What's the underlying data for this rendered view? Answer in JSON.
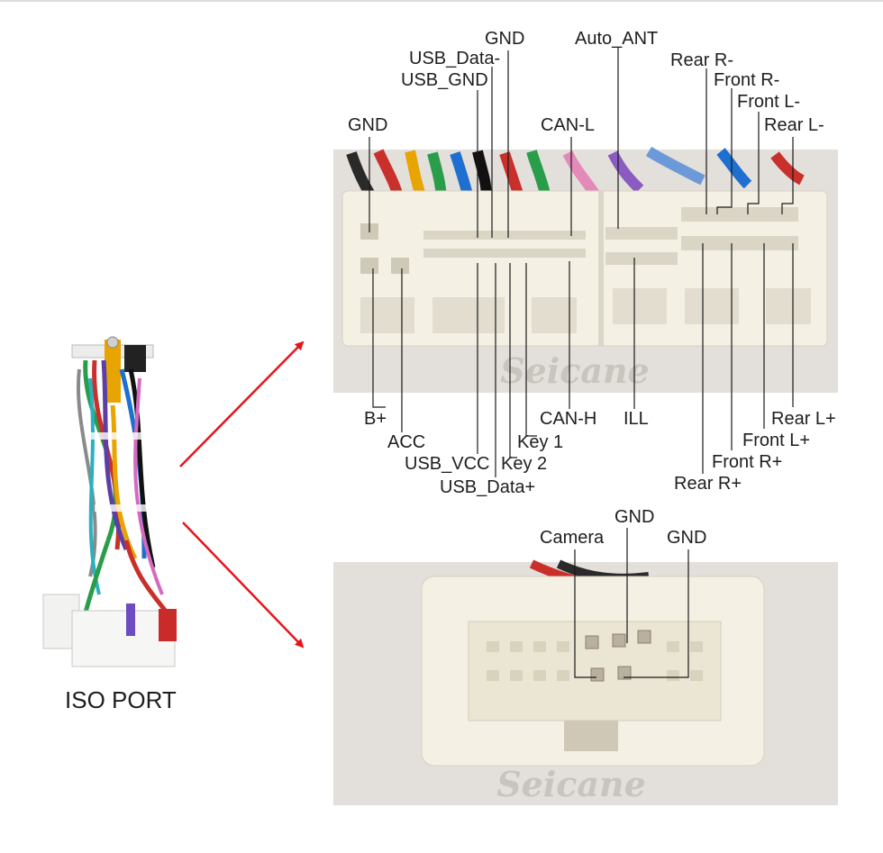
{
  "harness_label": "ISO PORT",
  "watermark": "Seicane",
  "colors": {
    "arrow": "#e8141c",
    "leader": "#1a1a1a",
    "connector_body": "#f4f0e4",
    "photo_bg": "#e6e2dd"
  },
  "top_connector": {
    "labels_top": {
      "gnd_left": "GND",
      "usb_data_minus": "USB_Data-",
      "usb_gnd": "USB_GND",
      "gnd_mid": "GND",
      "can_l": "CAN-L",
      "auto_ant": "Auto_ANT",
      "rear_r_minus": "Rear R-",
      "front_r_minus": "Front R-",
      "front_l_minus": "Front L-",
      "rear_l_minus": "Rear L-"
    },
    "labels_bottom": {
      "b_plus": "B+",
      "acc": "ACC",
      "usb_vcc": "USB_VCC",
      "key1": "Key 1",
      "key2": "Key 2",
      "usb_data_plus": "USB_Data+",
      "can_h": "CAN-H",
      "ill": "ILL",
      "rear_l_plus": "Rear L+",
      "front_l_plus": "Front L+",
      "front_r_plus": "Front R+",
      "rear_r_plus": "Rear R+"
    }
  },
  "bottom_connector": {
    "labels": {
      "camera": "Camera",
      "gnd_a": "GND",
      "gnd_b": "GND"
    }
  }
}
